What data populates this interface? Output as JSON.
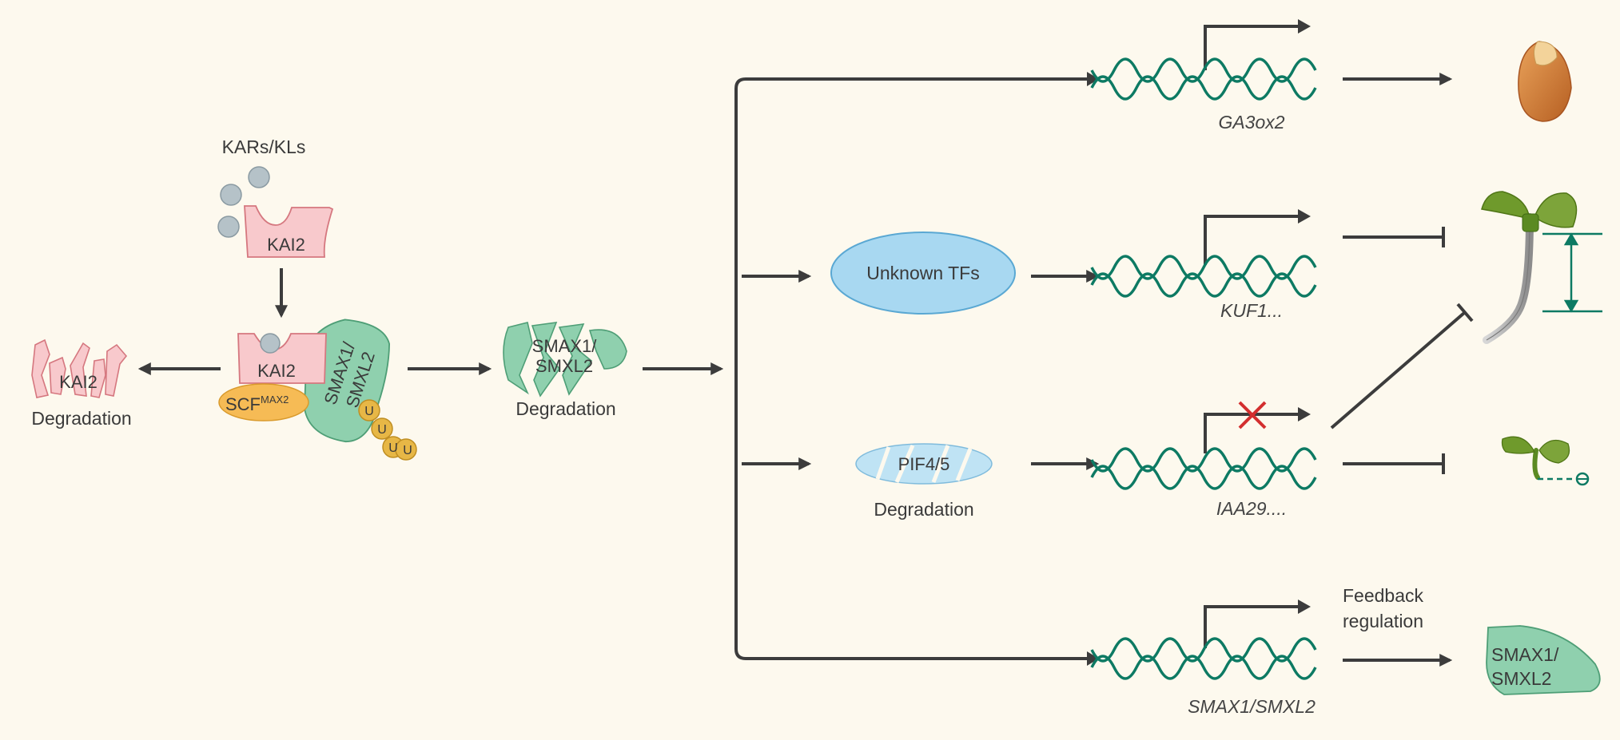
{
  "labels": {
    "kars_kls": "KARs/KLs",
    "kai2": "KAI2",
    "scf": "SCF",
    "scf_superscript": "MAX2",
    "smax_line1": "SMAX1/",
    "smax_line2": "SMXL2",
    "ubiquitin": "U",
    "degradation": "Degradation",
    "unknown_tfs": "Unknown TFs",
    "pif45": "PIF4/5",
    "feedback_line1": "Feedback",
    "feedback_line2": "regulation"
  },
  "genes": {
    "ga3ox2": "GA3ox2",
    "kuf1": "KUF1...",
    "iaa29": "IAA29....",
    "smax_smxl2": "SMAX1/SMXL2"
  },
  "colors": {
    "background": "#fdf9ee",
    "arrow": "#3c3c3c",
    "kai2_fill": "#f8c9cc",
    "kai2_stroke": "#d5777f",
    "smax_fill": "#8fd0ae",
    "smax_stroke": "#4e9e76",
    "scf_fill": "#f6bb55",
    "ubiquitin_fill": "#e7b746",
    "dna": "#0d7a63",
    "tf_fill": "#a8d8f1",
    "tf_stroke": "#5aa8d3",
    "inhibit_cross": "#d32f2f",
    "seed": "#d27b35",
    "seedling": "#6f9a2c"
  }
}
